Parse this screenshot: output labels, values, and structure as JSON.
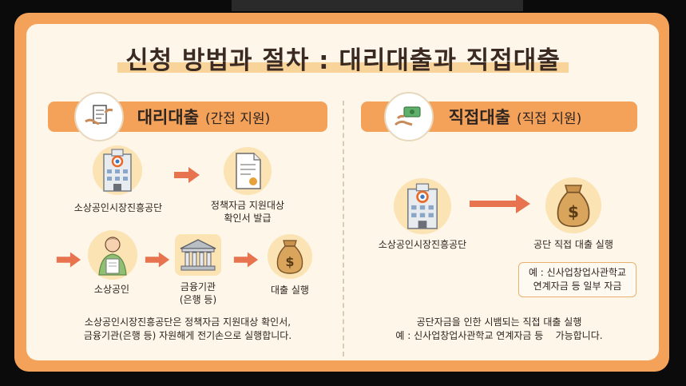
{
  "title": "신청 방법과 절차 : 대리대출과 직접대출",
  "left": {
    "banner_main": "대리대출",
    "banner_sub": "(간접 지원)",
    "agency_label": "소상공인시장진흥공단",
    "certificate_label_1": "정책자금 지원대상",
    "certificate_label_2": "확인서 발급",
    "merchant_label": "소상공인",
    "bank_label_1": "금융기관",
    "bank_label_2": "(은행 등)",
    "execution_label": "대출 실행",
    "caption_1": "소상공인시장진흥공단은 정책자금 지원대상 확인서,",
    "caption_2": "금융기관(은행 등) 자원해게 전기손으로 실행합니다."
  },
  "right": {
    "banner_main": "직접대출",
    "banner_sub": "(직접 지원)",
    "agency_label": "소상공인시장진흥공단",
    "execution_label": "공단 직접 대출 실행",
    "note_1": "예 : 신사업창업사관학교",
    "note_2": "연계자금 등 일부 자금",
    "caption_1": "공단자금을 인한 시뱀되는 직접 대출 실행",
    "caption_2": "예 : 신사업창업사관학교 연계자금 등    가능합니다."
  },
  "icons": {
    "building_logo_color": "#e8692a",
    "accent": "#f4a25a",
    "arrow": "#e8734f"
  },
  "currency_symbol": "$"
}
